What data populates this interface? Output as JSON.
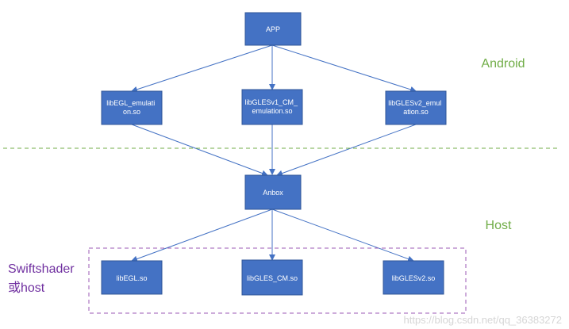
{
  "nodes": {
    "app": "APP",
    "libegl_emulation": [
      "libEGL_emulati",
      "on.so"
    ],
    "libglesv1_cm_emulation": [
      "libGLESv1_CM_",
      "emulation.so"
    ],
    "libglesv2_emulation": [
      "libGLESv2_emul",
      "ation.so"
    ],
    "anbox": "Anbox",
    "libegl": "libEGL.so",
    "libgles_cm": "libGLES_CM.so",
    "libglesv2": "libGLESv2.so"
  },
  "layers": {
    "android": "Android",
    "host": "Host"
  },
  "group": {
    "line1": "Swiftshader",
    "line2": "或host"
  },
  "watermark": "https://blog.csdn.net/qq_36383272",
  "colors": {
    "node_fill": "#4472c4",
    "edge": "#4472c4",
    "divider": "#70ad47",
    "layer_label": "#70ad47",
    "group_border": "#9b59b6",
    "group_label": "#7030a0"
  }
}
